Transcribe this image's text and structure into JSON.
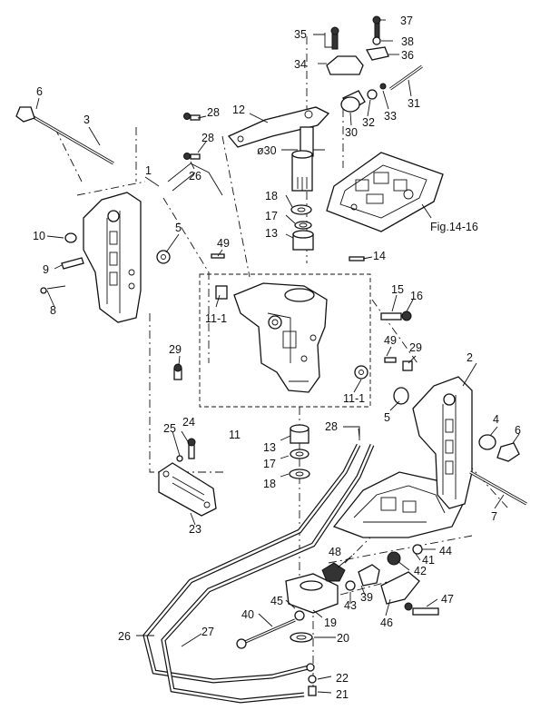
{
  "callouts": {
    "c1": "1",
    "c2": "2",
    "c3": "3",
    "c4": "4",
    "c5a": "5",
    "c5b": "5",
    "c6a": "6",
    "c6b": "6",
    "c7": "7",
    "c8": "8",
    "c9": "9",
    "c10": "10",
    "c11": "11",
    "c11_1a": "11-1",
    "c11_1b": "11-1",
    "c12": "12",
    "c13a": "13",
    "c13b": "13",
    "c14": "14",
    "c15": "15",
    "c16": "16",
    "c17a": "17",
    "c17b": "17",
    "c18a": "18",
    "c18b": "18",
    "c19": "19",
    "c20": "20",
    "c21": "21",
    "c22": "22",
    "c23": "23",
    "c24": "24",
    "c25": "25",
    "c26a": "26",
    "c26b": "26",
    "c27": "27",
    "c28a": "28",
    "c28b": "28",
    "c28c": "28",
    "c29a": "29",
    "c29b": "29",
    "c30": "30",
    "c31": "31",
    "c32": "32",
    "c33": "33",
    "c34": "34",
    "c35": "35",
    "c36": "36",
    "c37": "37",
    "c38": "38",
    "c39": "39",
    "c40": "40",
    "c41": "41",
    "c42": "42",
    "c43": "43",
    "c44": "44",
    "c45": "45",
    "c46": "46",
    "c47": "47",
    "c48": "48",
    "c49a": "49",
    "c49b": "49"
  },
  "dimension": "ø30",
  "reference": "Fig.14-16"
}
